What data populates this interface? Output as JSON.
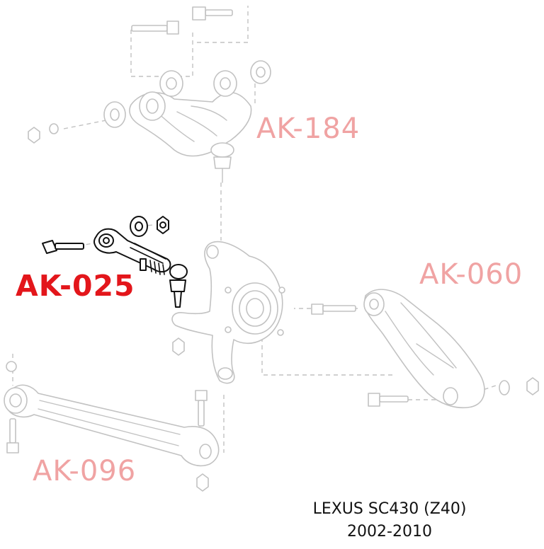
{
  "callouts": {
    "upper_arm": "AK-184",
    "lower_arm": "AK-060",
    "toe_arm": "AK-025",
    "trailing_arm": "AK-096"
  },
  "caption": {
    "model": "LEXUS SC430 (Z40)",
    "years": "2002-2010"
  },
  "colors": {
    "highlight": "#e3161b",
    "faded_label": "#f0a3a3",
    "faded_line": "#c2c2c2",
    "part_line": "#111111"
  },
  "icons": [
    "bolt-icon",
    "nut-icon",
    "bushing-icon",
    "ball-joint-icon"
  ]
}
